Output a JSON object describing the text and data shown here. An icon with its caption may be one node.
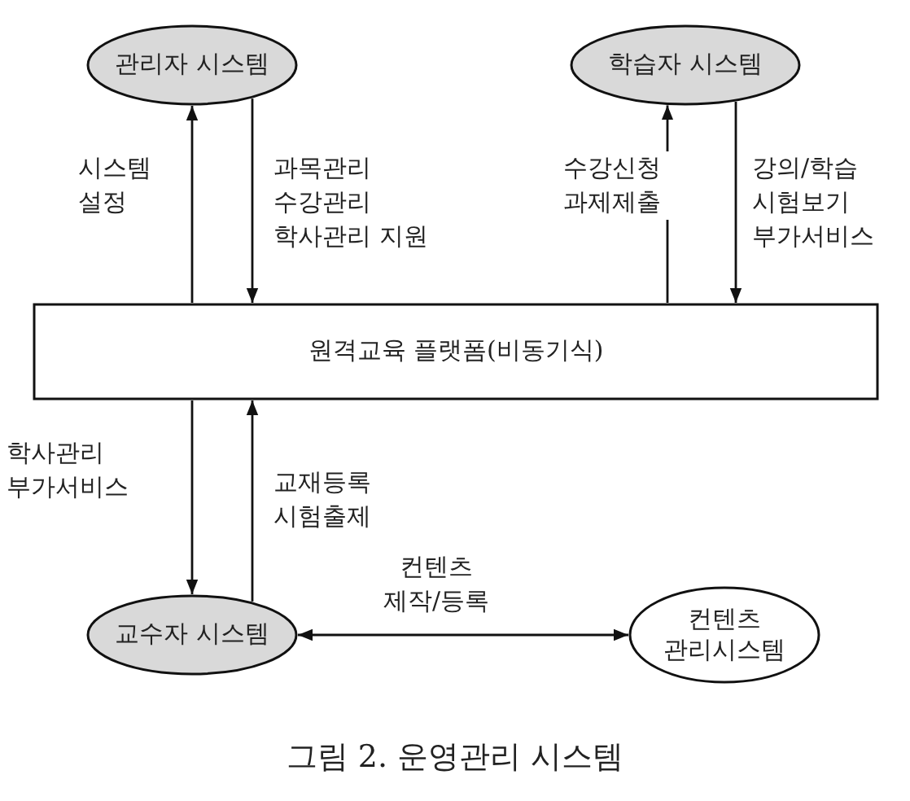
{
  "diagram": {
    "caption": "그림 2. 운영관리 시스템",
    "nodes": [
      {
        "text": [
          "관리자 시스템"
        ]
      },
      {
        "text": [
          "학습자 시스템"
        ]
      },
      {
        "text": [
          "원격교육 플랫폼(비동기식)"
        ]
      },
      {
        "text": [
          "교수자 시스템"
        ]
      },
      {
        "text": [
          "컨텐츠 관리시스템"
        ]
      }
    ],
    "edges": [
      {
        "from": 2,
        "to": 0,
        "arrow": "to",
        "label": "시스템 설정"
      },
      {
        "from": 0,
        "to": 2,
        "arrow": "to",
        "label": "과목관리 수강관리 학사관리 지원"
      },
      {
        "from": 2,
        "to": 1,
        "arrow": "to",
        "label": "수강신청 과제제출"
      },
      {
        "from": 1,
        "to": 2,
        "arrow": "to",
        "label": "강의/학습 시험보기 부가서비스"
      },
      {
        "from": 2,
        "to": 3,
        "arrow": "to",
        "label": "학사관리 부가서비스"
      },
      {
        "from": 3,
        "to": 2,
        "arrow": "to",
        "label": "교재등록 시험출제"
      },
      {
        "from": 3,
        "to": 4,
        "arrow": "both",
        "label": "컨텐츠 제작/등록"
      }
    ]
  }
}
